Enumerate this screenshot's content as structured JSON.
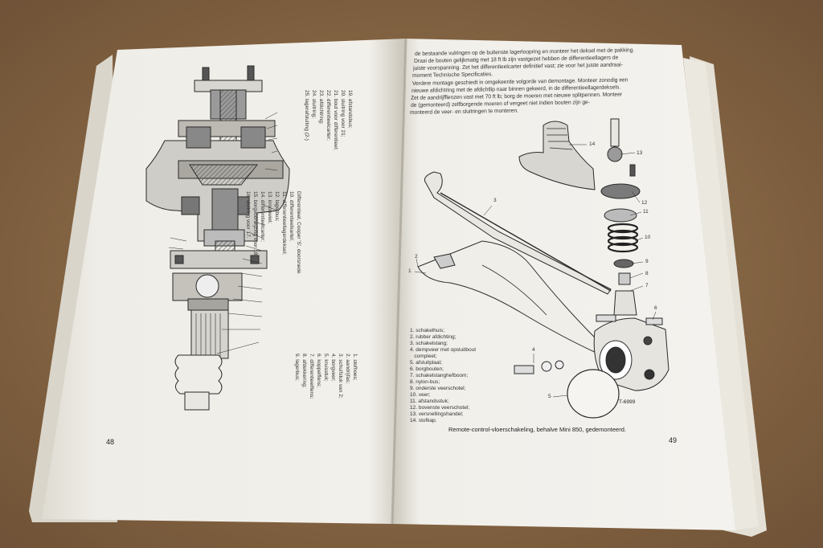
{
  "left_page": {
    "page_number": "48",
    "legend_upper": [
      "Differentieel, Cooper 'S', doorsnede",
      "10. differentieelkartel;",
      "11. differentieellagerdeksel;",
      "12. lagerbus;",
      "13. kroonwiel;",
      "14. differentieelcarter;",
      "15. borgvoorwijzing voor 18;",
      "16. sluitring voor 17."
    ],
    "legend_right": [
      "19. afstandsbus;",
      "20. sluitring voor 21;",
      "21. bout voor differentieel;",
      "22. differentieelcarter;",
      "23. afdichtring;",
      "24. sluitring;",
      "25. lagerafsluiting (2-)"
    ],
    "legend_lower": [
      "1. stofhoes;",
      "2. aandrijfas;",
      "3. schuifstuk van 2;",
      "4. borgveer;",
      "5. kruisstuk;",
      "6. koppelflens;",
      "7. differentieelflens;",
      "8. afdekkering;",
      "9. lagerbus;"
    ]
  },
  "right_page": {
    "page_number": "49",
    "paragraph": [
      "de bestaande vulringen op de buitenste lagerloopring en monteer het deksel met de pakking.",
      "Draai de bouten gelijkmatig met 18 ft lb zijn vastgezet hebben de differentieellagers de",
      "juiste voorspanning. Zet het differentieelcarter definitief vast; zie voor het juiste aandraai-",
      "moment Technische Specificaties.",
      "Verdere montage geschiedt in omgekeerde volgorde van demontage. Monteer zonodig een",
      "nieuwe afdichtring met de afdichtlip naar binnen gekeerd, in de differentieellagerdeksels.",
      "Zet de aandrijfflenzen vast met 70 ft lb; borg de moeren met nieuwe splitpennen. Monteer",
      "de (gemonteerd) zelfborgende moeren of vergeet niet indien bouten zijn ge-",
      "monteerd de veer- en sluitringen te monteren."
    ],
    "legend": [
      "1. schakelhuis;",
      "2. rubber afdichting;",
      "3. schakelstang;",
      "4. dempveer met opsluitbout",
      "   compleet;",
      "5. afsluitplaat;",
      "6. borgbouten;",
      "7. schakelstanghefboom;",
      "8. nylon-bus;",
      "9. onderste veerschotel;",
      "10. veer;",
      "11. afstandsstuk;",
      "12. bovenste veerschotel;",
      "13. versnellingshandel;",
      "14. stofkap."
    ],
    "figure_caption": "Remote-control-vloerschakeling, behalve Mini 850, gedemonteerd.",
    "drawing_code": "T-6999",
    "part_callouts": [
      "14",
      "13",
      "12",
      "11",
      "10",
      "9",
      "8",
      "7",
      "6",
      "5",
      "4",
      "3",
      "2",
      "1"
    ]
  },
  "colors": {
    "table": "#8a6a48",
    "paper": "#f3f1ec",
    "ink": "#2a2a2a",
    "cutaway": "#6f6f6f"
  }
}
